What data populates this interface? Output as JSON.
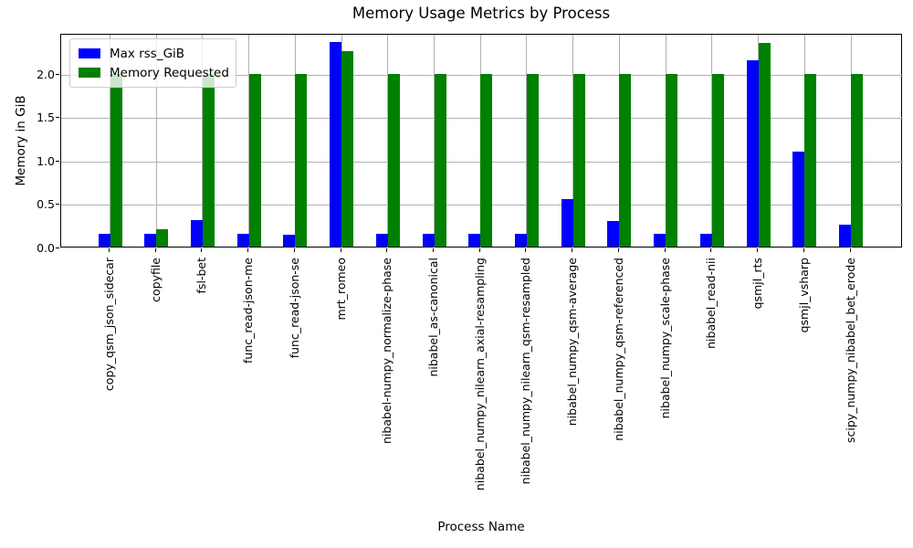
{
  "chart_data": {
    "type": "bar",
    "title": "Memory Usage Metrics by Process",
    "xlabel": "Process Name",
    "ylabel": "Memory in GiB",
    "categories": [
      "copy_qsm_json_sidecar",
      "copyfile",
      "fsl-bet",
      "func_read-json-me",
      "func_read-json-se",
      "mrt_romeo",
      "nibabel-numpy_normalize-phase",
      "nibabel_as-canonical",
      "nibabel_numpy_nilearn_axial-resampling",
      "nibabel_numpy_nilearn_qsm-resampled",
      "nibabel_numpy_qsm-average",
      "nibabel_numpy_qsm-referenced",
      "nibabel_numpy_scale-phase",
      "nibabel_read-nii",
      "qsmjl_rts",
      "qsmjl_vsharp",
      "scipy_numpy_nibabel_bet_erode"
    ],
    "series": [
      {
        "name": "Max rss_GiB",
        "color": "#0000ff",
        "values": [
          0.15,
          0.15,
          0.31,
          0.15,
          0.14,
          2.37,
          0.15,
          0.15,
          0.15,
          0.15,
          0.55,
          0.3,
          0.15,
          0.15,
          2.15,
          1.1,
          0.25
        ]
      },
      {
        "name": "Memory Requested",
        "color": "#008000",
        "values": [
          2.0,
          0.2,
          2.0,
          2.0,
          2.0,
          2.26,
          2.0,
          2.0,
          2.0,
          2.0,
          2.0,
          2.0,
          2.0,
          2.0,
          2.35,
          2.0,
          2.0
        ]
      }
    ],
    "ylim": [
      0,
      2.47
    ],
    "yticks": [
      0.0,
      0.5,
      1.0,
      1.5,
      2.0
    ],
    "ytick_labels": [
      "0.0",
      "0.5",
      "1.0",
      "1.5",
      "2.0"
    ],
    "grid": true,
    "legend_position": "upper left",
    "colors": {
      "grid": "#b0b0b0",
      "spine": "#000000",
      "background": "#ffffff"
    }
  }
}
